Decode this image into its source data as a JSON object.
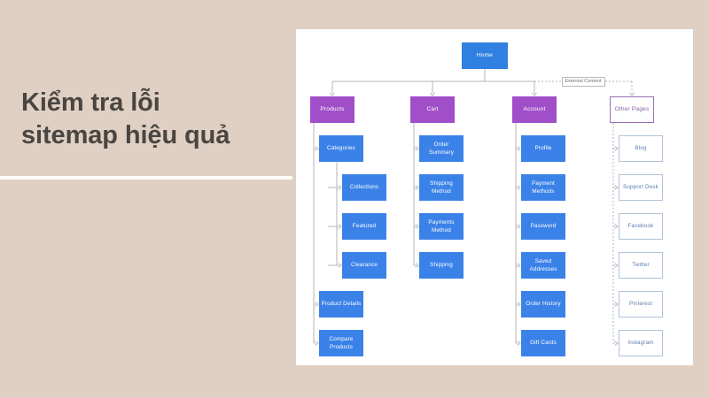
{
  "slide": {
    "background_color": "#dfd0c3",
    "title": "Kiểm tra lỗi\nsitemap hiệu quả",
    "title_color": "#4a4540",
    "divider_color": "#fdfbf8"
  },
  "diagram": {
    "type": "sitemap-tree",
    "card_background": "#ffffff",
    "colors": {
      "root": "#2f80e0",
      "section": "#a14fc8",
      "page": "#3b82e8",
      "external_border": "#aec4dc",
      "external_text": "#5b7fae",
      "connector": "#b5b5b5"
    },
    "edge_labels": [
      {
        "name": "external-content-label",
        "text": "External Content"
      }
    ],
    "root": {
      "label": "Home"
    },
    "sections": [
      {
        "label": "Products",
        "style": "section",
        "children": [
          {
            "label": "Categories",
            "children": [
              {
                "label": "Collections"
              },
              {
                "label": "Featured"
              },
              {
                "label": "Clearance"
              }
            ]
          },
          {
            "label": "Product Details",
            "children": []
          },
          {
            "label": "Compare Products",
            "children": []
          }
        ]
      },
      {
        "label": "Cart",
        "style": "section",
        "children": [
          {
            "label": "Order Summary",
            "children": []
          },
          {
            "label": "Shipping Method",
            "children": []
          },
          {
            "label": "Payments Method",
            "children": []
          },
          {
            "label": "Shipping",
            "children": []
          }
        ]
      },
      {
        "label": "Account",
        "style": "section",
        "children": [
          {
            "label": "Profile",
            "children": []
          },
          {
            "label": "Payment Methods",
            "children": []
          },
          {
            "label": "Password",
            "children": []
          },
          {
            "label": "Saved Addresses",
            "children": []
          },
          {
            "label": "Order History",
            "children": []
          },
          {
            "label": "Gift Cards",
            "children": []
          }
        ]
      },
      {
        "label": "Other Pages",
        "style": "section-outline",
        "children": [
          {
            "label": "Blog",
            "children": []
          },
          {
            "label": "Support Desk",
            "children": []
          },
          {
            "label": "Facebook",
            "children": []
          },
          {
            "label": "Twitter",
            "children": []
          },
          {
            "label": "Pinterest",
            "children": []
          },
          {
            "label": "Instagram",
            "children": []
          }
        ]
      }
    ]
  }
}
